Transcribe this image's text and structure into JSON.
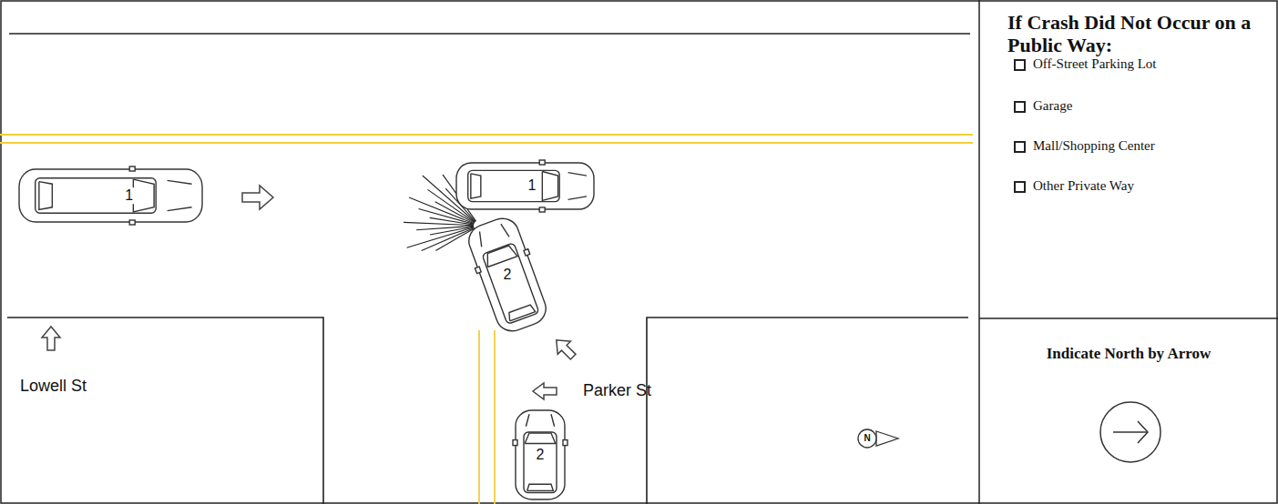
{
  "diagram": {
    "nodes": [
      {
        "text": [
          "1"
        ]
      },
      {
        "text": [
          "1"
        ]
      },
      {
        "text": [
          "2"
        ]
      },
      {
        "text": [
          "2"
        ]
      },
      {
        "text": [
          "If Crash Did Not Occur on a Public Way:",
          "Off-Street Parking Lot",
          "Garage",
          "Mall/Shopping Center",
          "Other Private Way"
        ]
      },
      {
        "text": [
          "Indicate North by Arrow"
        ]
      }
    ],
    "labels": [
      "Lowell St",
      "Parker St",
      "N"
    ]
  }
}
